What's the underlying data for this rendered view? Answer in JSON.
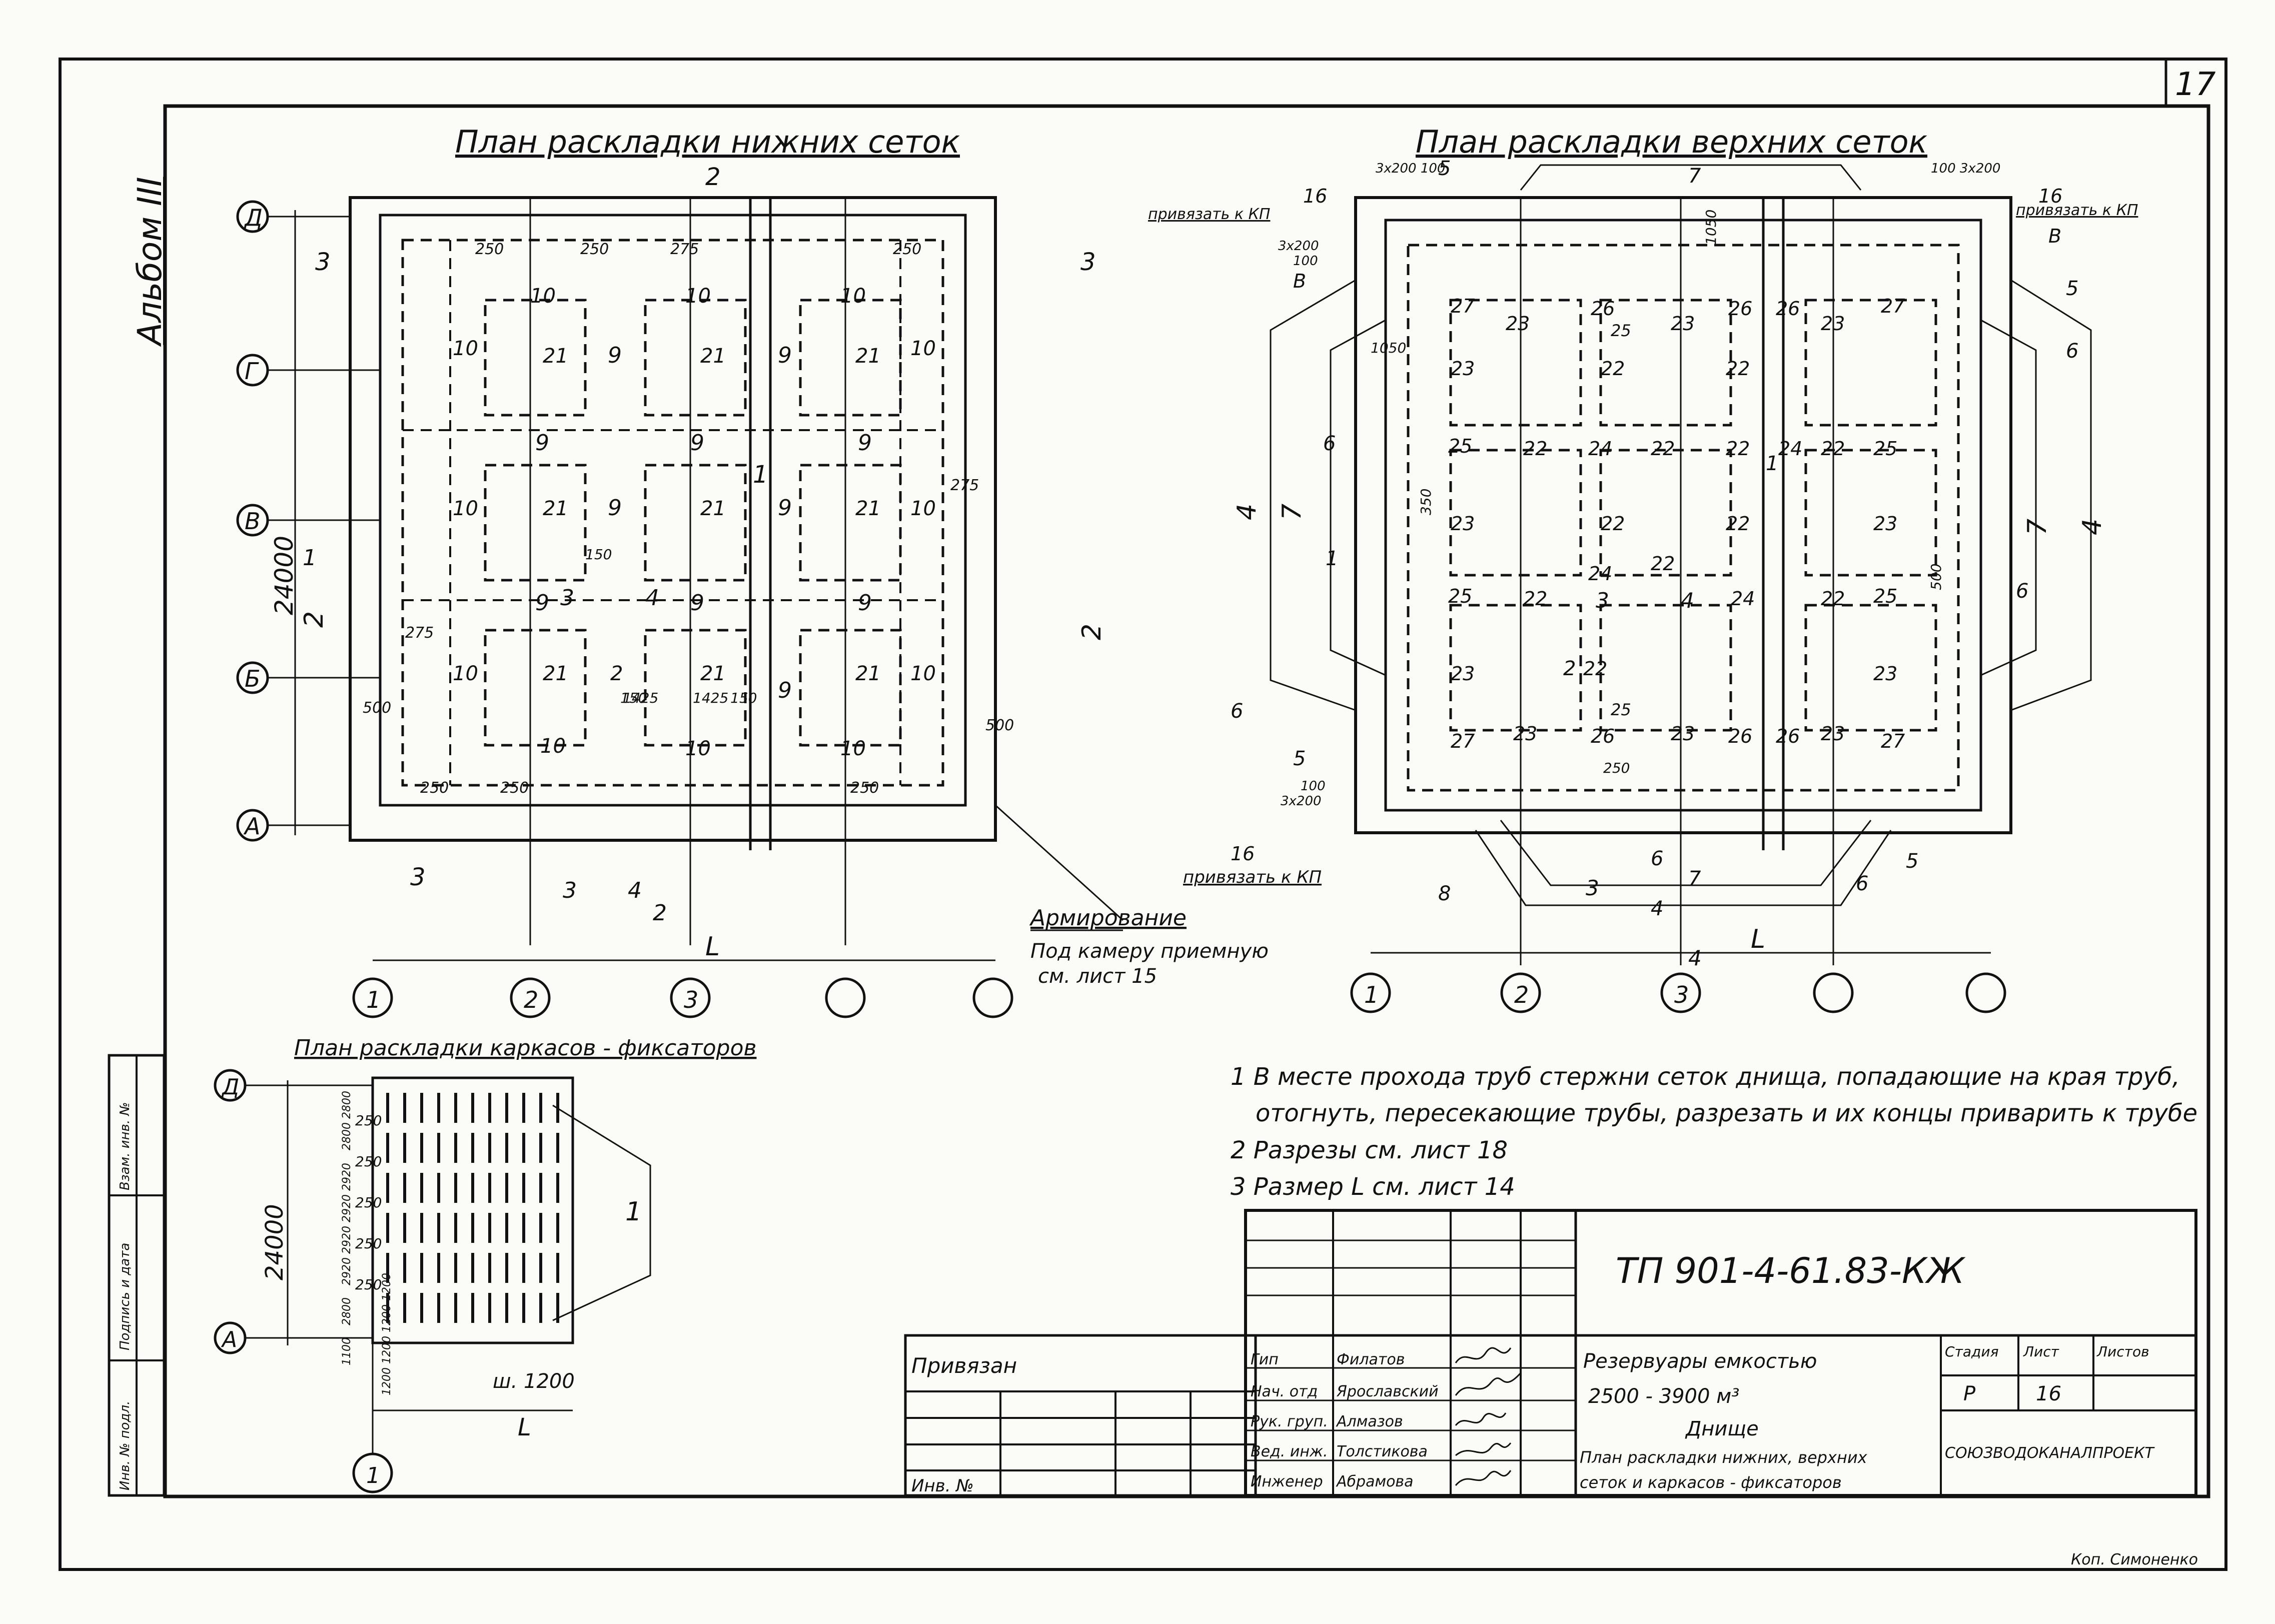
{
  "sheet": {
    "page_number": "17",
    "album_label": "Альбом III",
    "copy_mark": "Коп. Симоненко"
  },
  "plans": {
    "lower": {
      "title": "План раскладки нижних сеток",
      "axes_letters": [
        "Д",
        "Г",
        "В",
        "Б",
        "А"
      ],
      "axes_numbers": [
        "1",
        "2",
        "3",
        "",
        ""
      ],
      "dim_total": "24000",
      "dim_L": "L",
      "callouts": {
        "c2": "2",
        "c3": "3",
        "c250": "250",
        "c275": "275",
        "c500": "500",
        "c10": "10",
        "c9": "9",
        "c21": "21",
        "c1425": "1425",
        "c150": "150",
        "c4": "4",
        "c1": "1"
      },
      "armirovanie": "Армирование",
      "camera_note_1": "Под камеру приемную",
      "camera_note_2": "см. лист 15"
    },
    "upper": {
      "title": "План раскладки верхних сеток",
      "axes_numbers": [
        "1",
        "2",
        "3",
        "",
        ""
      ],
      "dim_L": "L",
      "privyazat_left": "привязать к КП",
      "privyazat_right": "привязать к КП",
      "privyazat_bottom": "привязать к КП",
      "dims_top_left": "3х200 100",
      "dims_top_right": "100 3х200",
      "dims_left_1": "3х200",
      "dims_left_2": "100",
      "dims_bottom_1": "100",
      "dims_bottom_2": "3х200",
      "d1050": "1050",
      "d250": "250",
      "d350": "350",
      "d500": "500",
      "callouts": {
        "c4": "4",
        "c5": "5",
        "c6": "6",
        "c7": "7",
        "c8": "8",
        "c16": "16",
        "c22": "22",
        "c23": "23",
        "c24": "24",
        "c25": "25",
        "c26": "26",
        "c27": "27",
        "c3": "3",
        "c1": "1",
        "c2": "2",
        "cB": "В"
      }
    },
    "frames": {
      "title": "План раскладки каркасов - фиксаторов",
      "axes_letters": [
        "Д",
        "А"
      ],
      "axes_numbers": [
        "1"
      ],
      "dim_total": "24000",
      "spacing_top": "2800 2800",
      "spacing_mid": "2920 2920 2920 2920",
      "spacing_250": "250",
      "d1100": "1100",
      "d2800": "2800",
      "bottom_dims": "1200 1200 1200 1200",
      "width_label": "ш. 1200",
      "dim_L": "L",
      "callout_1": "1"
    }
  },
  "notes": [
    "1 В месте прохода труб стержни сеток днища, попадающие на края труб,",
    "отогнуть, пересекающие трубы, разрезать и их концы приварить к трубе",
    "2 Разрезы см. лист 18",
    "3 Размер L см. лист 14"
  ],
  "side_stamps": [
    "Инв. № подл.",
    "Подпись и дата",
    "Взам. инв. №"
  ],
  "title_block": {
    "project_code": "ТП 901-4-61.83-КЖ",
    "privyazan": "Привязан",
    "inv_no": "Инв. №",
    "roles": [
      "Гип",
      "Нач. отд",
      "Рук. груп.",
      "Вед. инж.",
      "Инженер"
    ],
    "names": [
      "Филатов",
      "Ярославский",
      "Алмазов",
      "Толстикова",
      "Абрамова"
    ],
    "name_1": "Резервуары емкостью",
    "name_2": "2500 - 3900 м³",
    "name_3": "Днище",
    "name_4": "План раскладки нижних, верхних",
    "name_5": "сеток и каркасов - фиксаторов",
    "stage_label": "Стадия",
    "sheet_label": "Лист",
    "sheets_label": "Листов",
    "stage_value": "Р",
    "sheet_value": "16",
    "organization": "СОЮЗВОДОКАНАЛПРОЕКТ"
  }
}
